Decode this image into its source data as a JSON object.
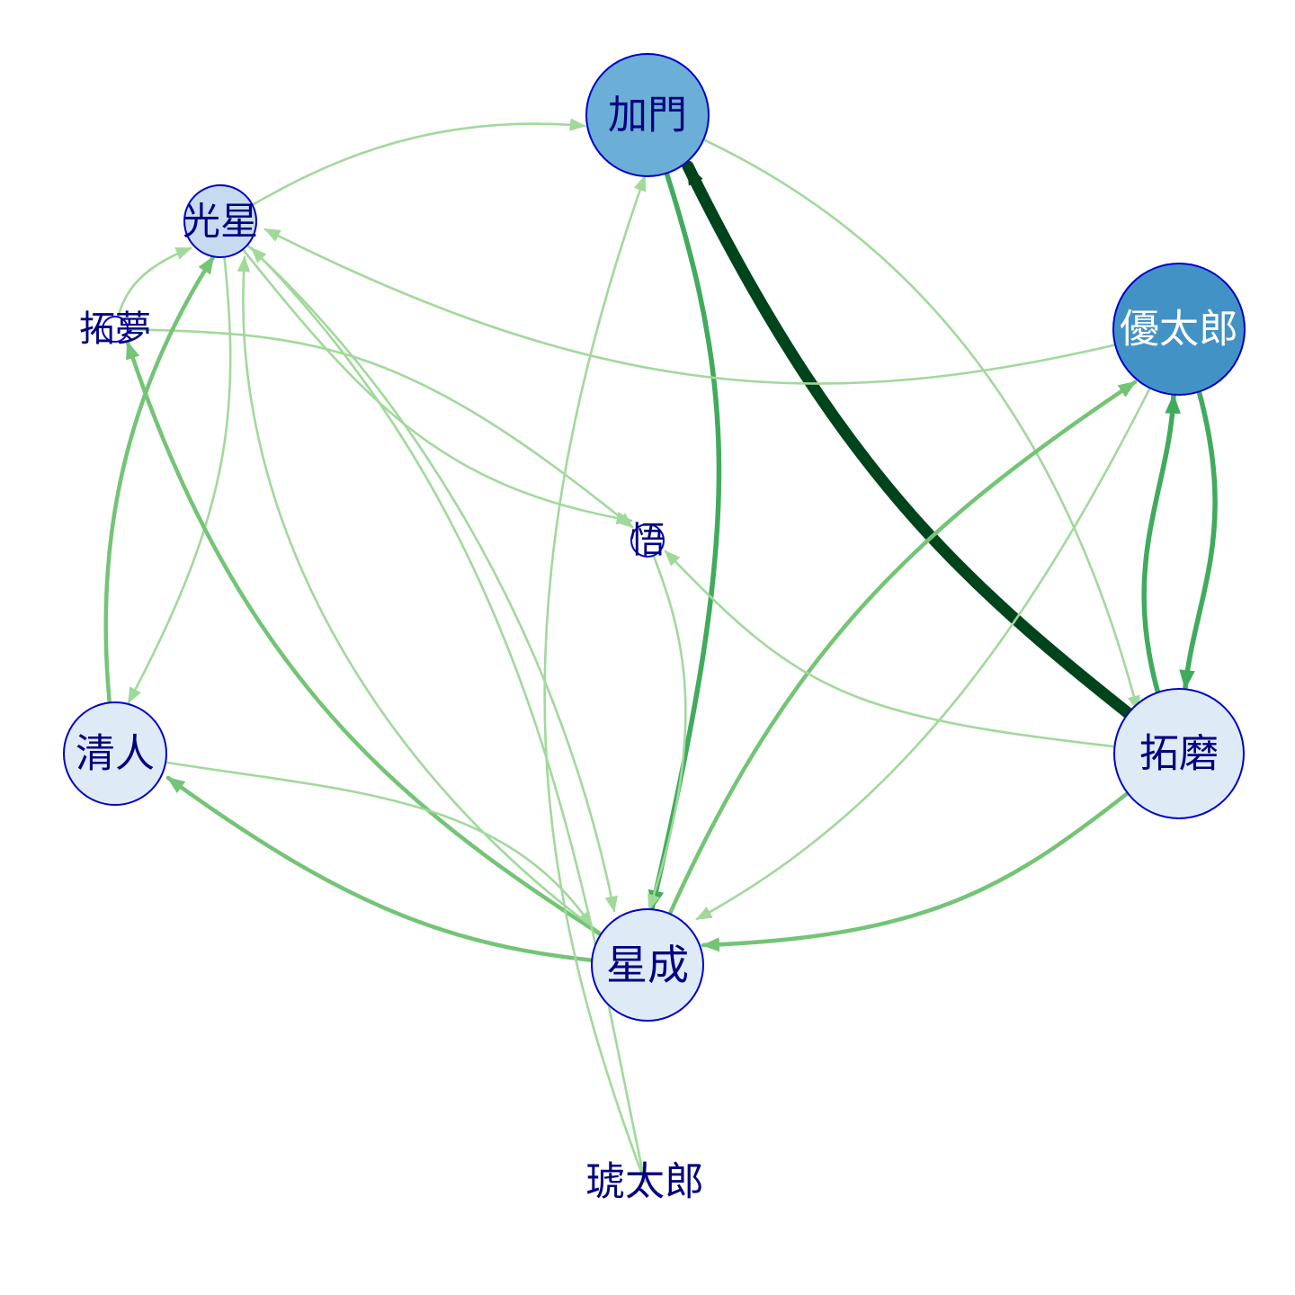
{
  "diagram": {
    "type": "directed-network",
    "nodes": [
      {
        "id": "kamon",
        "label": "加門",
        "fill": "#6baed6",
        "text_color": "#000080"
      },
      {
        "id": "kosei",
        "label": "光星",
        "fill": "#c6dbef",
        "text_color": "#000080"
      },
      {
        "id": "takumu",
        "label": "拓夢",
        "fill": "#ffffff",
        "text_color": "#000080"
      },
      {
        "id": "yutaro",
        "label": "優太郎",
        "fill": "#4292c6",
        "text_color": "#ffffff"
      },
      {
        "id": "go",
        "label": "悟",
        "fill": "#ffffff",
        "text_color": "#000080"
      },
      {
        "id": "kiyoto",
        "label": "清人",
        "fill": "#deebf7",
        "text_color": "#000080"
      },
      {
        "id": "takuma",
        "label": "拓磨",
        "fill": "#deebf7",
        "text_color": "#000080"
      },
      {
        "id": "seisei",
        "label": "星成",
        "fill": "#deebf7",
        "text_color": "#000080"
      },
      {
        "id": "kotaro",
        "label": "琥太郎",
        "fill": "#ffffff",
        "text_color": "#000080"
      }
    ],
    "edges": [
      {
        "from": "kosei",
        "to": "kamon",
        "weight": 1
      },
      {
        "from": "kamon",
        "to": "takuma",
        "weight": 1
      },
      {
        "from": "kamon",
        "to": "seisei",
        "weight": 3
      },
      {
        "from": "takuma",
        "to": "kamon",
        "weight": 6
      },
      {
        "from": "yutaro",
        "to": "kosei",
        "weight": 1
      },
      {
        "from": "yutaro",
        "to": "takuma",
        "weight": 3
      },
      {
        "from": "takuma",
        "to": "yutaro",
        "weight": 3
      },
      {
        "from": "yutaro",
        "to": "seisei",
        "weight": 1
      },
      {
        "from": "seisei",
        "to": "yutaro",
        "weight": 2
      },
      {
        "from": "takuma",
        "to": "seisei",
        "weight": 2
      },
      {
        "from": "takuma",
        "to": "go",
        "weight": 1
      },
      {
        "from": "takumu",
        "to": "kosei",
        "weight": 1
      },
      {
        "from": "takumu",
        "to": "go",
        "weight": 1
      },
      {
        "from": "kosei",
        "to": "kiyoto",
        "weight": 1
      },
      {
        "from": "kiyoto",
        "to": "kosei",
        "weight": 2
      },
      {
        "from": "kosei",
        "to": "go",
        "weight": 1
      },
      {
        "from": "kosei",
        "to": "seisei",
        "weight": 1
      },
      {
        "from": "seisei",
        "to": "kosei",
        "weight": 1
      },
      {
        "from": "seisei",
        "to": "takumu",
        "weight": 2
      },
      {
        "from": "seisei",
        "to": "kiyoto",
        "weight": 2
      },
      {
        "from": "kiyoto",
        "to": "seisei",
        "weight": 1
      },
      {
        "from": "go",
        "to": "seisei",
        "weight": 1
      },
      {
        "from": "kotaro",
        "to": "kamon",
        "weight": 1
      },
      {
        "from": "kotaro",
        "to": "kosei",
        "weight": 1
      }
    ],
    "edge_colors": {
      "1": "#a1d99b",
      "2": "#74c476",
      "3": "#41ab5d",
      "6": "#00441b"
    },
    "node_stroke": "#0000cd"
  }
}
